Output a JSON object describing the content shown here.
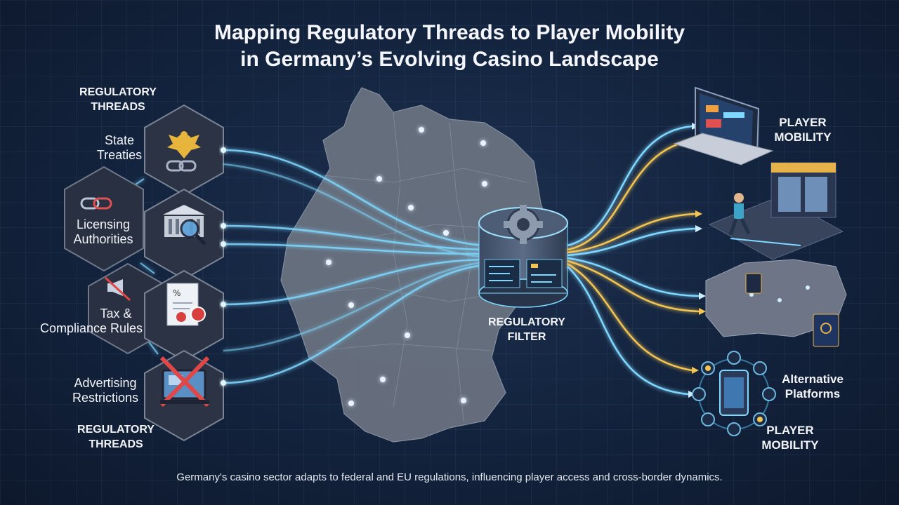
{
  "title": {
    "line1": "Mapping Regulatory Threads to Player Mobility",
    "line2": "in Germany’s Evolving Casino Landscape"
  },
  "left": {
    "header_top": [
      "REGULATORY",
      "THREADS"
    ],
    "header_bottom": [
      "REGULATORY",
      "THREADS"
    ],
    "items": [
      {
        "lines": [
          "State",
          "Treaties"
        ],
        "icon": "eagle-chain-icon"
      },
      {
        "lines": [
          "Licensing",
          "Authorities"
        ],
        "icon": "chain-link-icon"
      },
      {
        "lines": [
          "Tax &",
          "Compliance Rules"
        ],
        "icon": "megaphone-slash-icon"
      },
      {
        "lines": [
          "Advertising",
          "Restrictions"
        ],
        "icon": "crossed-billboard-icon"
      }
    ]
  },
  "center": {
    "filter_label": [
      "REGULATORY",
      "FILTER"
    ]
  },
  "right": {
    "mobility_top": [
      "PLAYER",
      "MOBILITY"
    ],
    "alternative": [
      "Alternative",
      "Platforms"
    ],
    "mobility_bottom": [
      "PLAYER",
      "MOBILITY"
    ]
  },
  "footer": "Germany's casino sector adapts to federal and EU regulations, influencing player access and cross-border dynamics.",
  "colors": {
    "background": "#142540",
    "thread_cyan": "#7fd8ff",
    "thread_gold": "#f3c552",
    "map_fill": "#6c7482",
    "hex_fill": "#2b3344"
  }
}
